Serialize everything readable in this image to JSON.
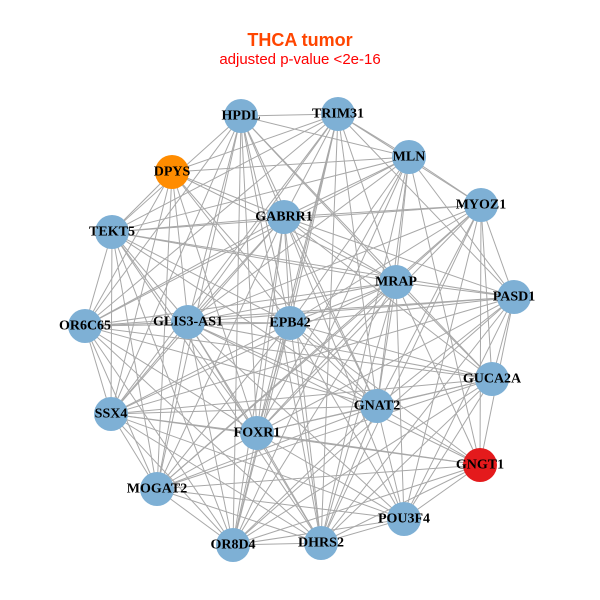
{
  "title": "THCA tumor",
  "subtitle": "adjusted p-value <2e-16",
  "colors": {
    "default": "#7EB0D5",
    "edge": "#A8A8A8",
    "DPYS": "#FF8C00",
    "GNGT1": "#E41A1C"
  },
  "nodes": [
    {
      "name": "HPDL",
      "color": "default"
    },
    {
      "name": "TRIM31",
      "color": "default"
    },
    {
      "name": "DPYS",
      "color": "DPYS"
    },
    {
      "name": "MLN",
      "color": "default"
    },
    {
      "name": "MYOZ1",
      "color": "default"
    },
    {
      "name": "GABRR1",
      "color": "default"
    },
    {
      "name": "TEKT5",
      "color": "default"
    },
    {
      "name": "MRAP",
      "color": "default"
    },
    {
      "name": "PASD1",
      "color": "default"
    },
    {
      "name": "OR6C65",
      "color": "default"
    },
    {
      "name": "GLIS3-AS1",
      "color": "default"
    },
    {
      "name": "EPB42",
      "color": "default"
    },
    {
      "name": "GUCA2A",
      "color": "default"
    },
    {
      "name": "SSX4",
      "color": "default"
    },
    {
      "name": "GNAT2",
      "color": "default"
    },
    {
      "name": "FOXR1",
      "color": "default"
    },
    {
      "name": "GNGT1",
      "color": "GNGT1"
    },
    {
      "name": "MOGAT2",
      "color": "default"
    },
    {
      "name": "POU3F4",
      "color": "default"
    },
    {
      "name": "OR8D4",
      "color": "default"
    },
    {
      "name": "DHRS2",
      "color": "default"
    }
  ],
  "adjacency": [
    [
      1,
      3,
      5,
      6,
      7,
      9,
      10,
      11,
      12,
      13,
      14,
      15,
      17,
      19,
      20
    ],
    [
      2,
      3,
      4,
      5,
      6,
      7,
      8,
      9,
      10,
      11,
      13,
      14,
      15,
      19,
      20
    ],
    [
      3,
      5,
      6,
      7,
      9,
      10,
      11,
      13,
      14,
      15,
      17
    ],
    [
      4,
      5,
      6,
      7,
      8,
      9,
      10,
      11,
      14,
      15,
      16,
      19,
      20
    ],
    [
      5,
      6,
      7,
      8,
      10,
      11,
      12,
      14,
      15,
      16,
      17,
      18,
      20
    ],
    [
      6,
      7,
      8,
      9,
      10,
      11,
      12,
      13,
      14,
      15,
      17,
      18,
      19,
      20
    ],
    [
      7,
      8,
      9,
      10,
      11,
      13,
      14,
      15,
      17,
      19,
      20
    ],
    [
      8,
      9,
      10,
      11,
      12,
      13,
      14,
      15,
      16,
      17,
      18,
      19,
      20
    ],
    [
      9,
      10,
      11,
      12,
      13,
      14,
      15,
      16,
      18,
      19,
      20
    ],
    [
      10,
      11,
      12,
      13,
      14,
      15,
      17,
      19,
      20
    ],
    [
      11,
      12,
      13,
      14,
      15,
      16,
      17,
      18,
      19,
      20
    ],
    [
      12,
      13,
      14,
      15,
      16,
      17,
      18,
      19,
      20
    ],
    [
      13,
      14,
      15,
      17,
      18,
      19,
      20
    ],
    [
      14,
      15,
      16,
      17,
      18,
      19,
      20
    ],
    [
      15,
      16,
      17,
      18,
      19,
      20
    ],
    [
      16,
      17,
      18,
      19,
      20
    ],
    [
      17,
      18,
      19,
      20
    ],
    [
      18,
      19,
      20
    ],
    [
      19,
      20
    ],
    [
      20
    ],
    []
  ]
}
